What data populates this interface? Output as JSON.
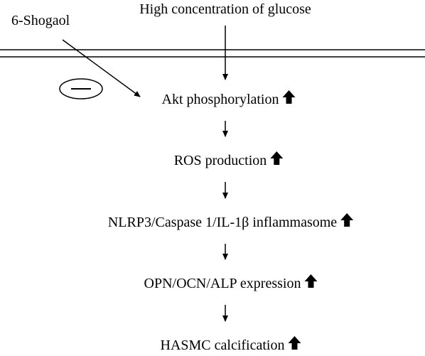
{
  "diagram": {
    "stimulus": "High concentration of glucose",
    "inhibitor": "6-Shogaol",
    "inhibition_symbol": "—",
    "steps": [
      {
        "text": "Akt phosphorylation",
        "change": "increase"
      },
      {
        "text": "ROS production",
        "change": "increase"
      },
      {
        "text": "NLRP3/Caspase 1/IL-1β inflammasome",
        "change": "increase"
      },
      {
        "text": "OPN/OCN/ALP expression",
        "change": "increase"
      },
      {
        "text": "HASMC calcification",
        "change": "increase"
      }
    ]
  }
}
